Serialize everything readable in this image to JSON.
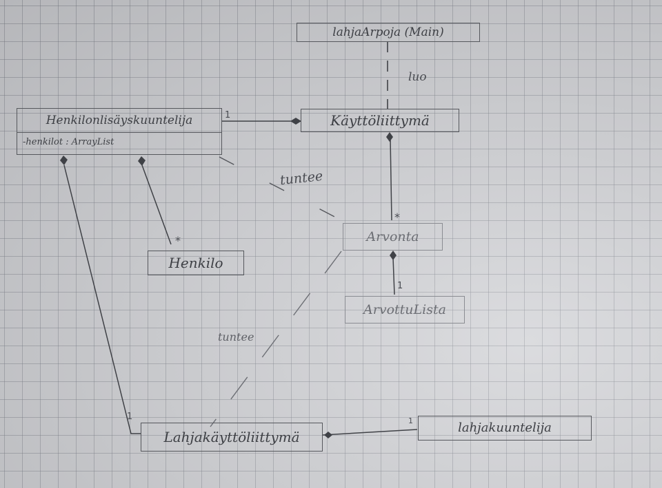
{
  "classes": {
    "main": "lahjaArpoja (Main)",
    "controller": "Henkilonlisäyskuuntelija",
    "controller_attr": "-henkilot : ArrayList",
    "ui": "Käyttöliittymä",
    "henkilo": "Henkilo",
    "arvonta": "Arvonta",
    "arvottulista": "ArvottuLista",
    "gift_ui": "Lahjakäyttöliittymä",
    "gift_listener": "lahjakuuntelija"
  },
  "labels": {
    "luo": "luo",
    "tuntee_top": "tuntee",
    "tuntee_bottom": "tuntee"
  },
  "multiplicities": {
    "controller_ui": "1",
    "henkilo_many": "*",
    "arvonta_many": "*",
    "arvottulista_one": "1",
    "giftui_one": "1",
    "giftlistener_one": "1"
  }
}
